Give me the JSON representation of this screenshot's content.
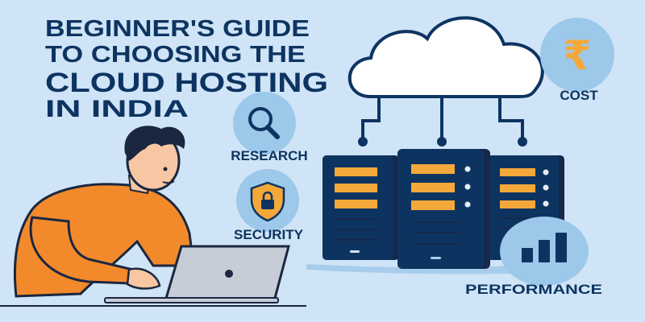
{
  "title": {
    "line1": "BEGINNER'S GUIDE",
    "line2": "TO CHOOSING THE",
    "line3": "CLOUD HOSTING",
    "line4": "IN INDIA"
  },
  "labels": {
    "research": "RESEARCH",
    "security": "SECURITY",
    "cost": "COST",
    "performance": "PERFORMANCE"
  },
  "icons": {
    "cost": "rupee-icon",
    "cost_symbol": "₹",
    "research": "magnifier-icon",
    "security": "shield-lock-icon",
    "performance": "bar-chart-icon"
  },
  "colors": {
    "background": "#cfe4f6",
    "navy": "#0d3461",
    "orange": "#f5a83a",
    "circle": "#9cc8ea"
  }
}
